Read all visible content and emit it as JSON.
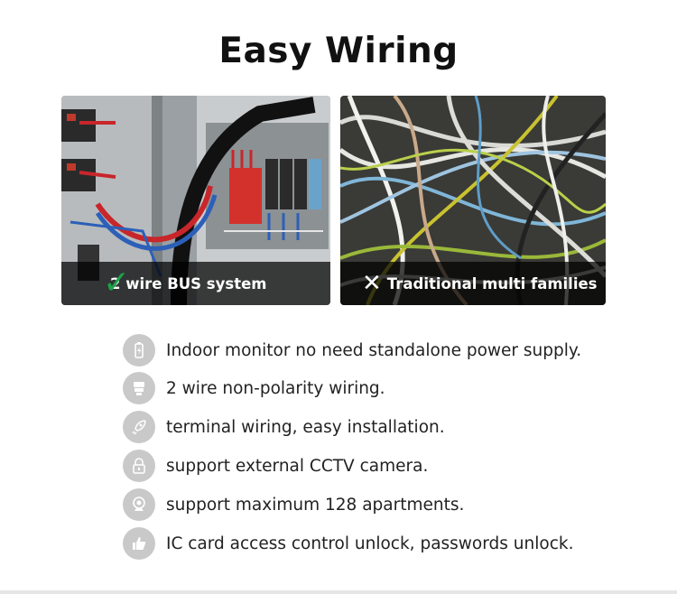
{
  "title": "Easy Wiring",
  "panels": {
    "left": {
      "caption": "2 wire BUS system",
      "mark_icon": "check-icon"
    },
    "right": {
      "caption": "Traditional multi families",
      "mark_icon": "cross-icon"
    }
  },
  "features": [
    {
      "icon": "battery-icon",
      "text": "Indoor monitor no need standalone power supply."
    },
    {
      "icon": "connector-icon",
      "text": "2 wire non-polarity wiring."
    },
    {
      "icon": "rocket-icon",
      "text": "terminal wiring, easy installation."
    },
    {
      "icon": "lock-icon",
      "text": "support external CCTV camera."
    },
    {
      "icon": "webcam-icon",
      "text": "support maximum 128 apartments."
    },
    {
      "icon": "thumbs-up-icon",
      "text": "IC card access control unlock, passwords unlock."
    }
  ],
  "colors": {
    "check": "#1aa34a",
    "icon_circle": "#c9c9c9",
    "caption_bar": "#000000"
  }
}
